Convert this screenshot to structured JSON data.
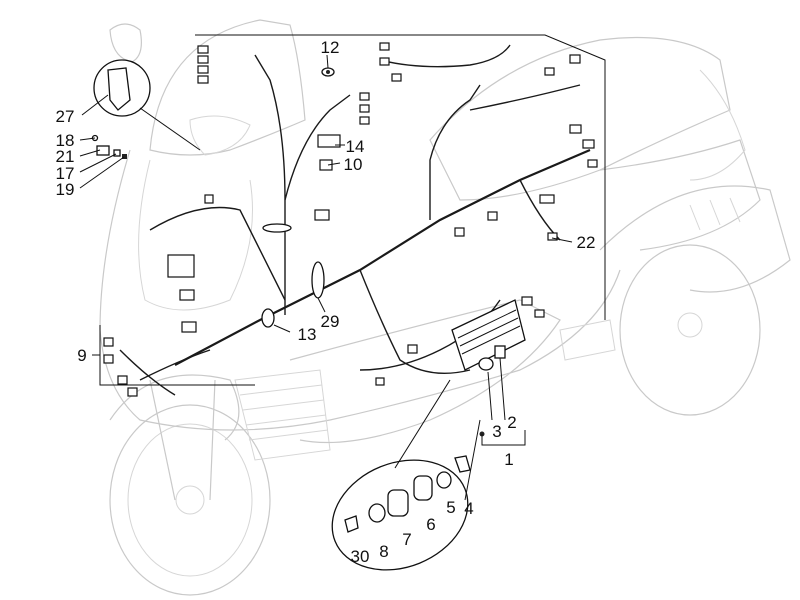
{
  "diagram": {
    "callouts": [
      {
        "id": "c1",
        "text": "1"
      },
      {
        "id": "c2",
        "text": "2"
      },
      {
        "id": "c3",
        "text": "3"
      },
      {
        "id": "c4",
        "text": "4"
      },
      {
        "id": "c5",
        "text": "5"
      },
      {
        "id": "c6",
        "text": "6"
      },
      {
        "id": "c7",
        "text": "7"
      },
      {
        "id": "c8",
        "text": "8"
      },
      {
        "id": "c9",
        "text": "9"
      },
      {
        "id": "c10",
        "text": "10"
      },
      {
        "id": "c12",
        "text": "12"
      },
      {
        "id": "c13",
        "text": "13"
      },
      {
        "id": "c14",
        "text": "14"
      },
      {
        "id": "c17",
        "text": "17"
      },
      {
        "id": "c18",
        "text": "18"
      },
      {
        "id": "c19",
        "text": "19"
      },
      {
        "id": "c21",
        "text": "21"
      },
      {
        "id": "c22",
        "text": "22"
      },
      {
        "id": "c27",
        "text": "27"
      },
      {
        "id": "c29",
        "text": "29"
      },
      {
        "id": "c30",
        "text": "30"
      }
    ],
    "colors": {
      "ink": "#111111",
      "ghost_outline": "#c9c9c9",
      "background": "#ffffff"
    }
  }
}
